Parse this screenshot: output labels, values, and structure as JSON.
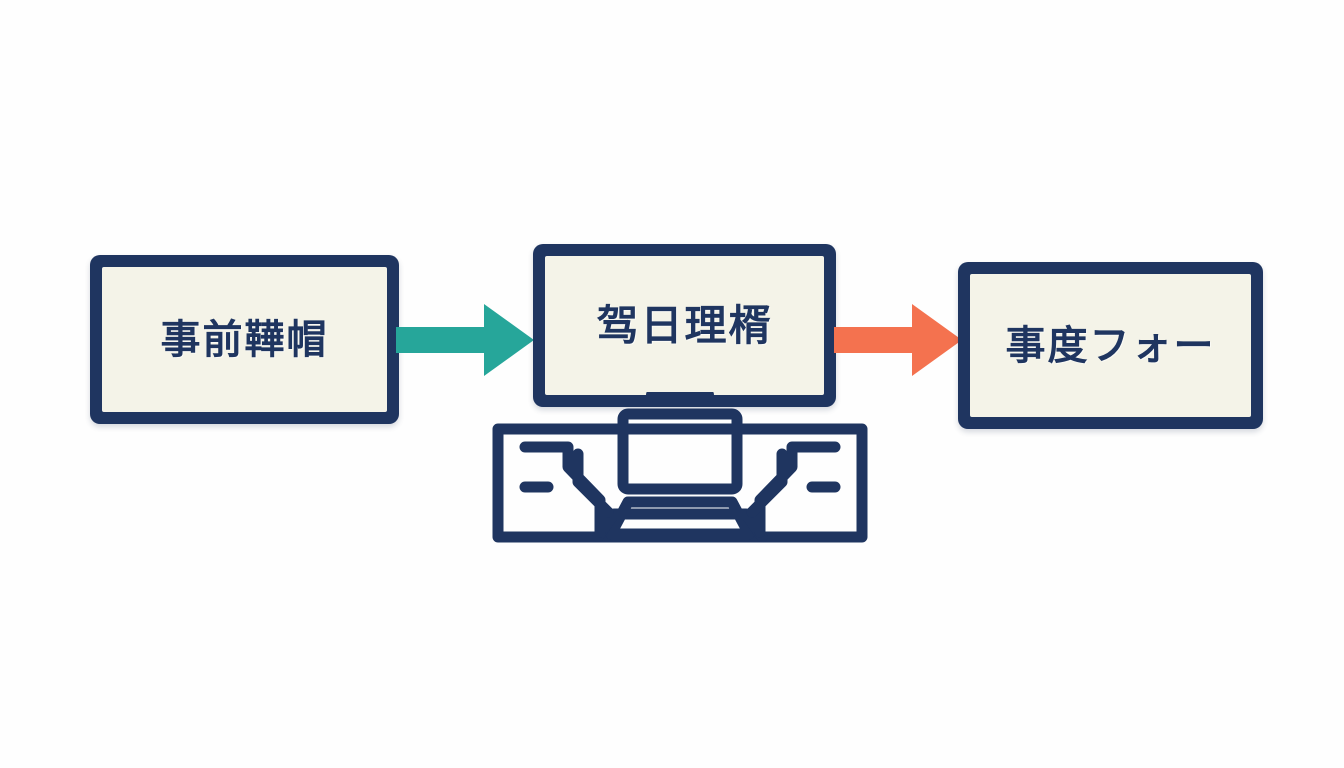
{
  "diagram": {
    "type": "flow",
    "background_color": "#fefefe",
    "title": "",
    "nodes": [
      {
        "id": "prep",
        "label": "事前鞾帽",
        "order": 1,
        "fill_color": "#f4f3e8",
        "border_color": "#1f3560",
        "text_color": "#1f3560"
      },
      {
        "id": "center",
        "label": "驾日理楈",
        "order": 2,
        "fill_color": "#f4f3e8",
        "border_color": "#1f3560",
        "text_color": "#1f3560"
      },
      {
        "id": "follow",
        "label": "事度フォー",
        "order": 3,
        "fill_color": "#f4f3e8",
        "border_color": "#1f3560",
        "text_color": "#1f3560"
      }
    ],
    "connectors": [
      {
        "id": "prep-to-center",
        "from": "prep",
        "to": "center",
        "shape": "arrow-right",
        "color": "#26a69a"
      },
      {
        "id": "center-to-follow",
        "from": "center",
        "to": "follow",
        "shape": "arrow-right",
        "color": "#f4724f"
      }
    ],
    "icons": [
      {
        "id": "computer-icon",
        "name": "computer-monitor-circuit-icon",
        "color": "#1f3560",
        "fill_color": "#f4f3e8",
        "attached_to": "center"
      }
    ]
  }
}
